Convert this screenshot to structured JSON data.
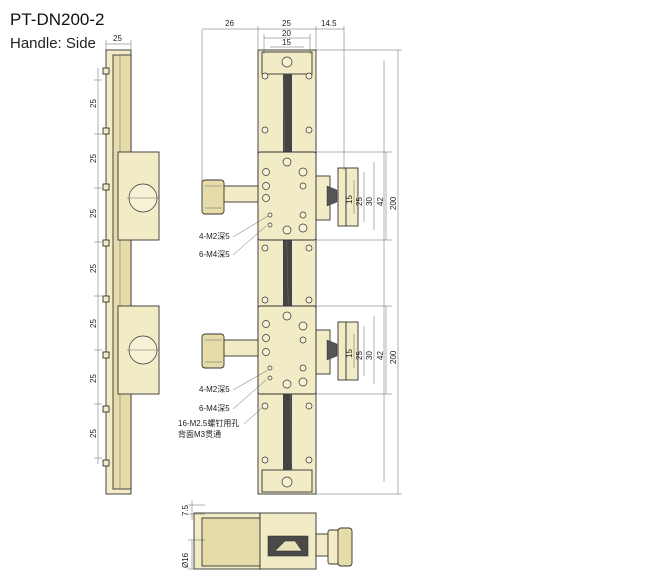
{
  "title": "PT-DN200-2",
  "subtitle": "Handle: Side",
  "dims": {
    "side_width": "25",
    "pitch": "25",
    "top_left": "26",
    "top_body": "25",
    "top_right": "14.5",
    "rail_20": "20",
    "rail_15": "15",
    "carriage_15": "15",
    "carriage_25": "25",
    "carriage_30": "30",
    "carriage_42": "42",
    "travel": "200",
    "bottom_height": "7.5",
    "knob_dia": "Ø16"
  },
  "notes": {
    "m2": "4-M2深5",
    "m4": "6-M4深5",
    "m25": "16-M2.5螺钉用孔",
    "m3": "背面M3贯通"
  },
  "colors": {
    "body": "#f1ebc6",
    "line": "#333333"
  }
}
